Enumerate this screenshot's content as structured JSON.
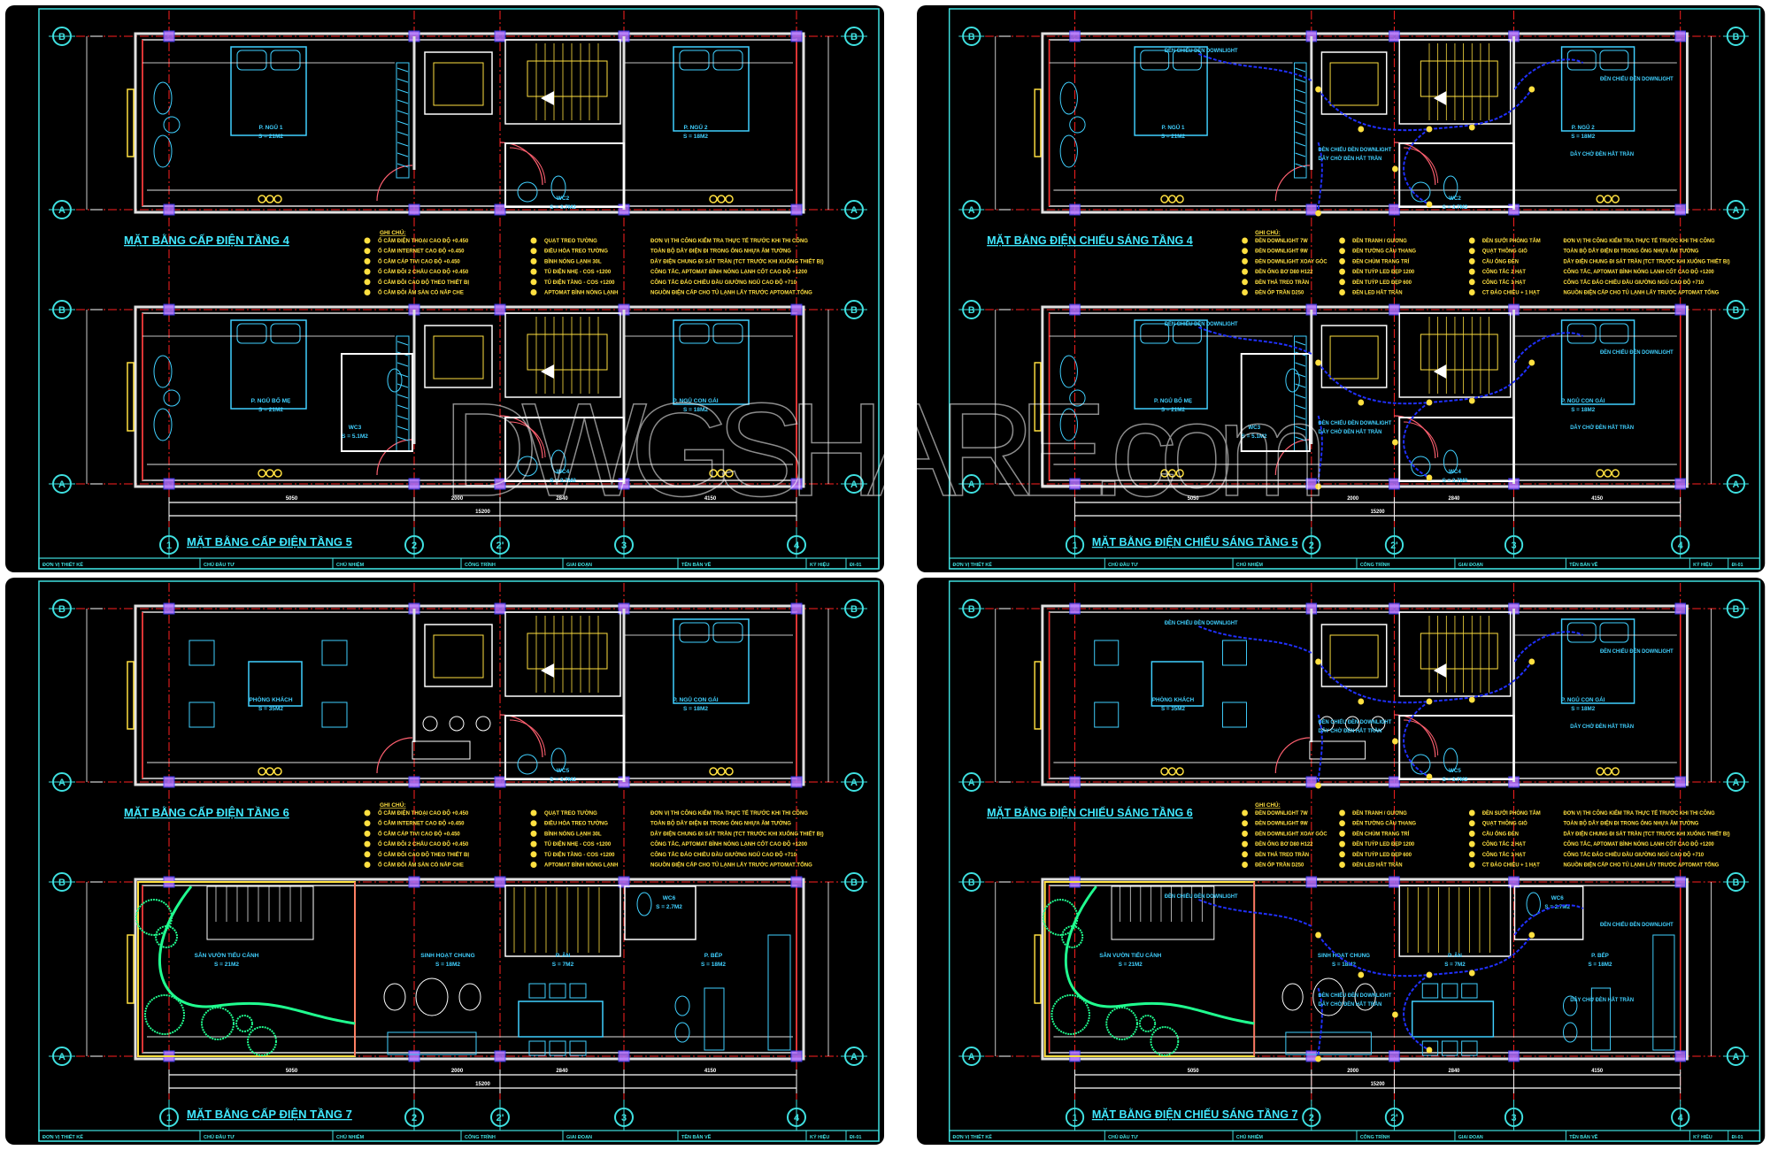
{
  "watermark": "DWGSHARE.com",
  "colors": {
    "background": "#000000",
    "border": "#3fe0e0",
    "grid": "#ff2020",
    "wall": "#e0e0e0",
    "furniture": "#40d0ff",
    "symbol": "#ffe040",
    "wiring": "#2030ff",
    "plant": "#20ff90",
    "column": "#b070ff",
    "title": "#40e8ff"
  },
  "grid": {
    "rows_top": "B",
    "rows_bottom": "A",
    "columns": [
      "1",
      "2",
      "2'",
      "3",
      "4"
    ]
  },
  "dimensions": {
    "segments": [
      "5050",
      "2000",
      "2840",
      "4150"
    ],
    "total": "15200"
  },
  "title_block": [
    "ĐƠN VỊ THIẾT KẾ",
    "CHỦ ĐẦU TƯ",
    "CHỦ NHIỆM",
    "CÔNG TRÌNH",
    "GIAI ĐOẠN",
    "TÊN BẢN VẼ",
    "KÝ HIỆU",
    "ĐI-01"
  ],
  "legend_header": "GHI CHÚ:",
  "notes": [
    "ĐƠN VỊ THI CÔNG KIỂM TRA THỰC TẾ TRƯỚC KHI THI CÔNG",
    "TOÀN BỘ DÂY ĐIỆN ĐI TRONG ỐNG NHỰA ÂM TƯỜNG",
    "DÂY ĐIỆN CHUNG ĐI SÁT TRẦN (TCT TRƯỚC KHI XUỐNG THIẾT BỊ)",
    "CÔNG TẮC, APTOMAT BÌNH NÓNG LẠNH CỐT CAO ĐỘ +1200",
    "CÔNG TẮC ĐẢO CHIỀU ĐẦU GIƯỜNG NGỦ CAO ĐỘ +710",
    "NGUỒN ĐIỆN CẤP CHO TỦ LẠNH LẤY TRƯỚC APTOMAT TỔNG"
  ],
  "power_legend": [
    [
      "Ổ CẮM ĐIỆN THOẠI CAO ĐỘ +0.450",
      "Ổ CẮM INTERNET CAO ĐỘ +0.450",
      "Ổ CẮM CÁP TIVI CAO ĐỘ +0.450",
      "Ổ CẮM ĐÔI 2 CHẤU CAO ĐỘ +0.450",
      "Ổ CẮM ĐÔI CAO ĐỘ THEO THIẾT BỊ",
      "Ổ CẮM ĐÔI ÂM SÀN CÓ NẮP CHE"
    ],
    [
      "QUẠT TREO TƯỜNG",
      "ĐIỀU HÒA TREO TƯỜNG",
      "BÌNH NÓNG LẠNH 30L",
      "TỦ ĐIỆN NHẸ - COS +1200",
      "TỦ ĐIỆN TẦNG - COS +1200",
      "APTOMAT BÌNH NÓNG LẠNH"
    ]
  ],
  "lighting_legend": [
    [
      "ĐÈN DOWNLIGHT 7W",
      "ĐÈN DOWNLIGHT 9W",
      "ĐÈN DOWNLIGHT XOAY GÓC",
      "ĐÈN ỐNG BƠ D80 H122",
      "ĐÈN THẢ TREO TRẦN",
      "ĐÈN ỐP TRẦN D250"
    ],
    [
      "ĐÈN TRANH / GƯƠNG",
      "ĐÈN TƯỜNG CẦU THANG",
      "ĐÈN CHÙM TRANG TRÍ",
      "ĐÈN TUÝP LED ĐẸP 1200",
      "ĐÈN TUÝP LED ĐẸP 600",
      "ĐÈN LED HẮT TRẦN"
    ],
    [
      "ĐÈN SƯỞI PHÒNG TẮM",
      "QUẠT THÔNG GIÓ",
      "CẦU ỐNG ĐÈN",
      "CÔNG TẮC 2 HẠT",
      "CÔNG TẮC 3 HẠT",
      "CT ĐẢO CHIỀU + 1 HẠT"
    ]
  ],
  "wiring_notes": [
    "ĐÈN CHIẾU ĐÈN DOWNLIGHT",
    "DÂY CHỜ ĐÈN HẮT TRẦN"
  ],
  "panels": [
    {
      "type": "power",
      "plans": [
        {
          "kind": "bed",
          "title": "MẶT BẰNG CẤP ĐIỆN TẦNG 4",
          "rooms": [
            {
              "slot": "left",
              "name": "P. NGỦ 1",
              "area": "S = 21M2"
            },
            {
              "slot": "right",
              "name": "P. NGỦ 2",
              "area": "S = 18M2"
            },
            {
              "slot": "wc",
              "name": "WC2",
              "area": "S = 3.7M2"
            }
          ]
        },
        {
          "kind": "bed",
          "title": "MẶT BẰNG CẤP ĐIỆN TẦNG 5",
          "rooms": [
            {
              "slot": "left",
              "name": "P. NGỦ BỐ MẸ",
              "area": "S = 21M2"
            },
            {
              "slot": "wc_left",
              "name": "WC3",
              "area": "S = 5.1M2"
            },
            {
              "slot": "right",
              "name": "P. NGỦ CON GÁI",
              "area": "S = 18M2"
            },
            {
              "slot": "wc",
              "name": "WC4",
              "area": "S = 3.7M2"
            }
          ]
        }
      ]
    },
    {
      "type": "lighting",
      "plans": [
        {
          "kind": "bed",
          "title": "MẶT BẰNG ĐIỆN CHIẾU SÁNG TẦNG 4",
          "rooms": [
            {
              "slot": "left",
              "name": "P. NGỦ 1",
              "area": "S = 21M2"
            },
            {
              "slot": "right",
              "name": "P. NGỦ 2",
              "area": "S = 18M2"
            },
            {
              "slot": "wc",
              "name": "WC2",
              "area": "S = 3.7M2"
            }
          ]
        },
        {
          "kind": "bed",
          "title": "MẶT BẰNG ĐIỆN CHIẾU SÁNG TẦNG 5",
          "rooms": [
            {
              "slot": "left",
              "name": "P. NGỦ BỐ MẸ",
              "area": "S = 21M2"
            },
            {
              "slot": "wc_left",
              "name": "WC3",
              "area": "S = 5.1M2"
            },
            {
              "slot": "right",
              "name": "P. NGỦ CON GÁI",
              "area": "S = 18M2"
            },
            {
              "slot": "wc",
              "name": "WC4",
              "area": "S = 3.7M2"
            }
          ]
        }
      ]
    },
    {
      "type": "power",
      "plans": [
        {
          "kind": "living",
          "title": "MẶT BẰNG CẤP ĐIỆN TẦNG 6",
          "rooms": [
            {
              "slot": "left",
              "name": "PHÒNG KHÁCH",
              "area": "S = 35M2"
            },
            {
              "slot": "right",
              "name": "P. NGỦ CON GÁI",
              "area": "S = 18M2"
            },
            {
              "slot": "wc",
              "name": "WC5",
              "area": "S = 3.7M2"
            }
          ]
        },
        {
          "kind": "garden",
          "title": "MẶT BẰNG CẤP ĐIỆN TẦNG 7",
          "rooms": [
            {
              "slot": "garden",
              "name": "SÂN VƯỜN TIỂU CẢNH",
              "area": "S = 21M2"
            },
            {
              "slot": "center",
              "name": "SINH HOẠT CHUNG",
              "area": "S = 18M2"
            },
            {
              "slot": "dining",
              "name": "P. ĂN",
              "area": "S = 7M2"
            },
            {
              "slot": "kitchen",
              "name": "P. BẾP",
              "area": "S = 18M2"
            },
            {
              "slot": "wc_top",
              "name": "WC6",
              "area": "S = 2.7M2"
            }
          ]
        }
      ]
    },
    {
      "type": "lighting",
      "plans": [
        {
          "kind": "living",
          "title": "MẶT BẰNG ĐIỆN CHIẾU SÁNG TẦNG 6",
          "rooms": [
            {
              "slot": "left",
              "name": "PHÒNG KHÁCH",
              "area": "S = 35M2"
            },
            {
              "slot": "right",
              "name": "P. NGỦ CON GÁI",
              "area": "S = 18M2"
            },
            {
              "slot": "wc",
              "name": "WC5",
              "area": "S = 3.7M2"
            }
          ]
        },
        {
          "kind": "garden",
          "title": "MẶT BẰNG ĐIỆN CHIẾU SÁNG TẦNG 7",
          "rooms": [
            {
              "slot": "garden",
              "name": "SÂN VƯỜN TIỂU CẢNH",
              "area": "S = 21M2"
            },
            {
              "slot": "center",
              "name": "SINH HOẠT CHUNG",
              "area": "S = 18M2"
            },
            {
              "slot": "dining",
              "name": "P. ĂN",
              "area": "S = 7M2"
            },
            {
              "slot": "kitchen",
              "name": "P. BẾP",
              "area": "S = 18M2"
            },
            {
              "slot": "wc_top",
              "name": "WC6",
              "area": "S = 2.7M2"
            }
          ]
        }
      ]
    }
  ]
}
